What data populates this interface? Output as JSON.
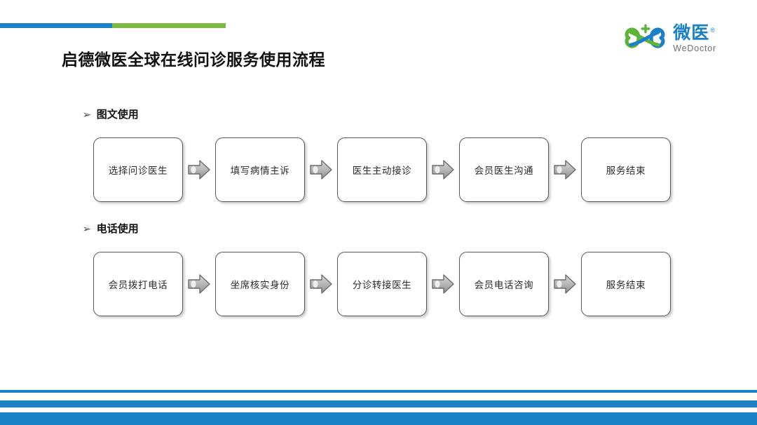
{
  "slide": {
    "title": "启德微医全球在线问诊服务使用流程",
    "accent_blue": "#1b81c7",
    "accent_green": "#7cb843"
  },
  "logo": {
    "icon_name": "wedoctor-infinity-plus-logo",
    "chinese_name": "微医",
    "registered_mark": "®",
    "english_name": "WeDoctor",
    "color_blue": "#1b81c7",
    "color_green": "#7cb843"
  },
  "sections": [
    {
      "bullet": "➢",
      "heading": "图文使用",
      "steps": [
        {
          "label": "选择问诊医生"
        },
        {
          "label": "填写病情主诉"
        },
        {
          "label": "医生主动接诊"
        },
        {
          "label": "会员医生沟通"
        },
        {
          "label": "服务结束"
        }
      ]
    },
    {
      "bullet": "➢",
      "heading": "电话使用",
      "steps": [
        {
          "label": "会员拨打电话"
        },
        {
          "label": "坐席核实身份"
        },
        {
          "label": "分诊转接医生"
        },
        {
          "label": "会员电话咨询"
        },
        {
          "label": "服务结束"
        }
      ]
    }
  ],
  "footer": {
    "bars": [
      {
        "color": "#1b81c7"
      },
      {
        "color": "#1b81c7"
      },
      {
        "color": "#1b81c7"
      }
    ]
  }
}
